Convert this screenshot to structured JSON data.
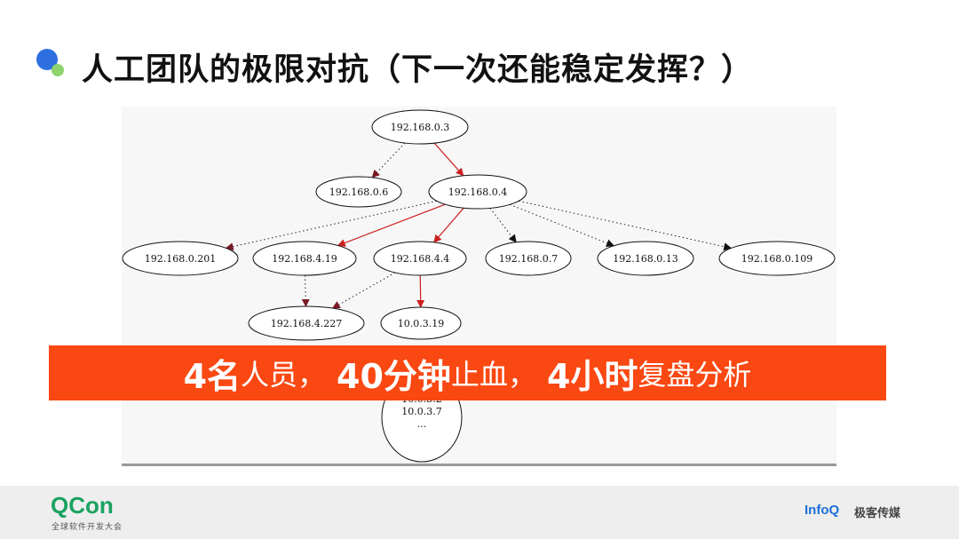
{
  "title": "人工团队的极限对抗（下一次还能稳定发挥？）",
  "colors": {
    "title_dot_blue": "#2d6fe0",
    "title_dot_green": "#8ed36b",
    "banner_bg": "#fa4812",
    "edge_red": "#cc1f1f",
    "edge_black": "#111111",
    "arrow_dark_red": "#7a1a24"
  },
  "graph": {
    "nodes": [
      {
        "id": "n0",
        "label": "192.168.0.3"
      },
      {
        "id": "n1",
        "label": "192.168.0.6"
      },
      {
        "id": "n2",
        "label": "192.168.0.4"
      },
      {
        "id": "n3",
        "label": "192.168.0.201"
      },
      {
        "id": "n4",
        "label": "192.168.4.19"
      },
      {
        "id": "n5",
        "label": "192.168.4.4"
      },
      {
        "id": "n6",
        "label": "192.168.0.7"
      },
      {
        "id": "n7",
        "label": "192.168.0.13"
      },
      {
        "id": "n8",
        "label": "192.168.0.109"
      },
      {
        "id": "n9",
        "label": "192.168.4.227"
      },
      {
        "id": "n10",
        "label": "10.0.3.19"
      },
      {
        "id": "n11",
        "lines": [
          "10.0.3.2",
          "10.0.3.7",
          "..."
        ]
      }
    ],
    "edges": [
      {
        "from": "n0",
        "to": "n1",
        "style": "dotted",
        "arrow": "darkred"
      },
      {
        "from": "n0",
        "to": "n2",
        "style": "solid-red",
        "arrow": "red"
      },
      {
        "from": "n2",
        "to": "n3",
        "style": "dotted",
        "arrow": "darkred"
      },
      {
        "from": "n2",
        "to": "n4",
        "style": "solid-red",
        "arrow": "red"
      },
      {
        "from": "n2",
        "to": "n5",
        "style": "solid-red",
        "arrow": "red"
      },
      {
        "from": "n2",
        "to": "n6",
        "style": "dotted",
        "arrow": "black"
      },
      {
        "from": "n2",
        "to": "n7",
        "style": "dotted",
        "arrow": "black"
      },
      {
        "from": "n2",
        "to": "n8",
        "style": "dotted",
        "arrow": "black"
      },
      {
        "from": "n4",
        "to": "n9",
        "style": "dotted",
        "arrow": "darkred"
      },
      {
        "from": "n5",
        "to": "n9",
        "style": "dotted",
        "arrow": "darkred"
      },
      {
        "from": "n5",
        "to": "n10",
        "style": "solid-red",
        "arrow": "red"
      }
    ]
  },
  "banner": {
    "p1": "4名",
    "p2": "人员，",
    "p3": "40分钟",
    "p4": "止血，",
    "p5": "4小时",
    "p6": "复盘分析"
  },
  "footer": {
    "qcon_logo": "QCon",
    "qcon_sub": "全球软件开发大会",
    "infoq_logo": "InfoQ",
    "geek_logo": "极客传媒"
  }
}
